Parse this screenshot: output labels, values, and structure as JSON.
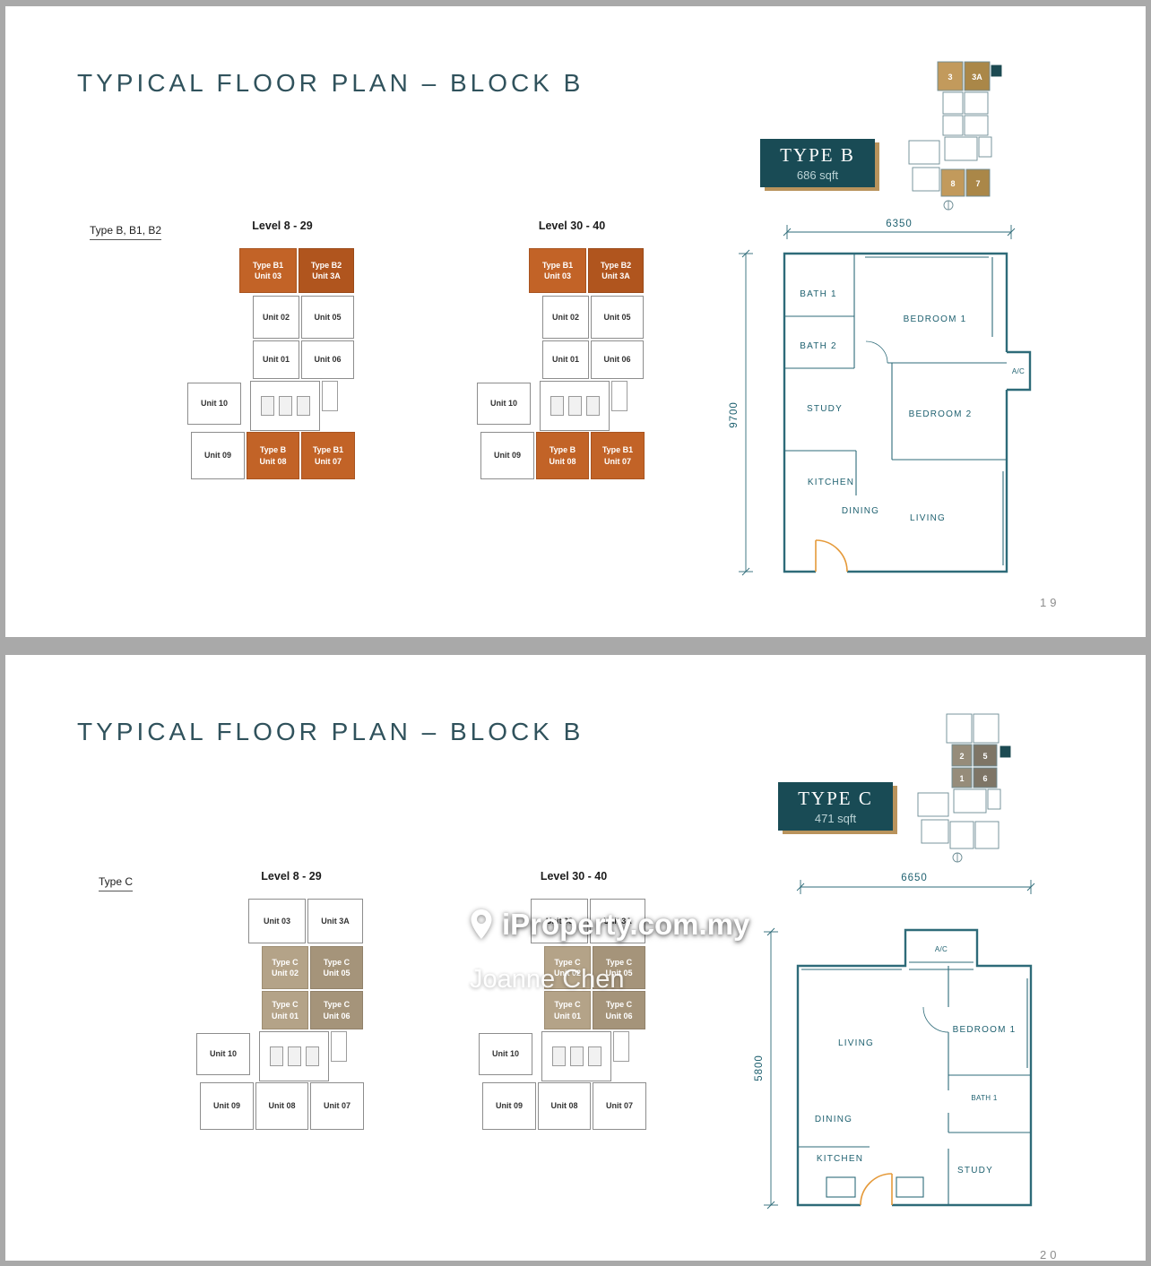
{
  "watermark": {
    "brand": "iProperty.com.my",
    "agent": "Joanne Chen"
  },
  "pages": [
    {
      "title": "TYPICAL FLOOR PLAN – BLOCK B",
      "badge": {
        "type": "TYPE B",
        "area": "686 sqft"
      },
      "side_label": "Type B, B1, B2",
      "levels": {
        "left": "Level 8 - 29",
        "right": "Level 30 - 40"
      },
      "units": {
        "u03": {
          "type": "Type B1",
          "name": "Unit 03"
        },
        "u3a": {
          "type": "Type B2",
          "name": "Unit 3A"
        },
        "u02": {
          "name": "Unit 02"
        },
        "u05": {
          "name": "Unit 05"
        },
        "u01": {
          "name": "Unit 01"
        },
        "u06": {
          "name": "Unit 06"
        },
        "u10": {
          "name": "Unit 10"
        },
        "u09": {
          "name": "Unit 09"
        },
        "u08": {
          "type": "Type B",
          "name": "Unit 08"
        },
        "u07": {
          "type": "Type B1",
          "name": "Unit 07"
        }
      },
      "mini": {
        "a": "3",
        "b": "3A",
        "c": "8",
        "d": "7"
      },
      "plan": {
        "width": "6350",
        "height": "9700",
        "rooms": {
          "bath1": "BATH 1",
          "bath2": "BATH 2",
          "bedroom1": "BEDROOM 1",
          "ac": "A/C",
          "study": "STUDY",
          "bedroom2": "BEDROOM 2",
          "kitchen": "KITCHEN",
          "dining": "DINING",
          "living": "LIVING"
        }
      },
      "page_no": "19"
    },
    {
      "title": "TYPICAL FLOOR PLAN – BLOCK B",
      "badge": {
        "type": "TYPE C",
        "area": "471 sqft"
      },
      "side_label": "Type C",
      "levels": {
        "left": "Level 8 - 29",
        "right": "Level 30 - 40"
      },
      "units": {
        "u03": {
          "name": "Unit 03"
        },
        "u3a": {
          "name": "Unit 3A"
        },
        "u02": {
          "type": "Type C",
          "name": "Unit 02"
        },
        "u05": {
          "type": "Type C",
          "name": "Unit 05"
        },
        "u01": {
          "type": "Type C",
          "name": "Unit 01"
        },
        "u06": {
          "type": "Type C",
          "name": "Unit 06"
        },
        "u10": {
          "name": "Unit 10"
        },
        "u09": {
          "name": "Unit 09"
        },
        "u08": {
          "name": "Unit 08"
        },
        "u07": {
          "name": "Unit 07"
        }
      },
      "mini": {
        "a": "2",
        "b": "5",
        "c": "1",
        "d": "6"
      },
      "plan": {
        "width": "6650",
        "height": "5800",
        "rooms": {
          "ac": "A/C",
          "living": "LIVING",
          "bedroom1": "BEDROOM 1",
          "dining": "DINING",
          "bath1": "BATH 1",
          "kitchen": "KITCHEN",
          "study": "STUDY"
        }
      },
      "page_no": "20"
    }
  ]
}
